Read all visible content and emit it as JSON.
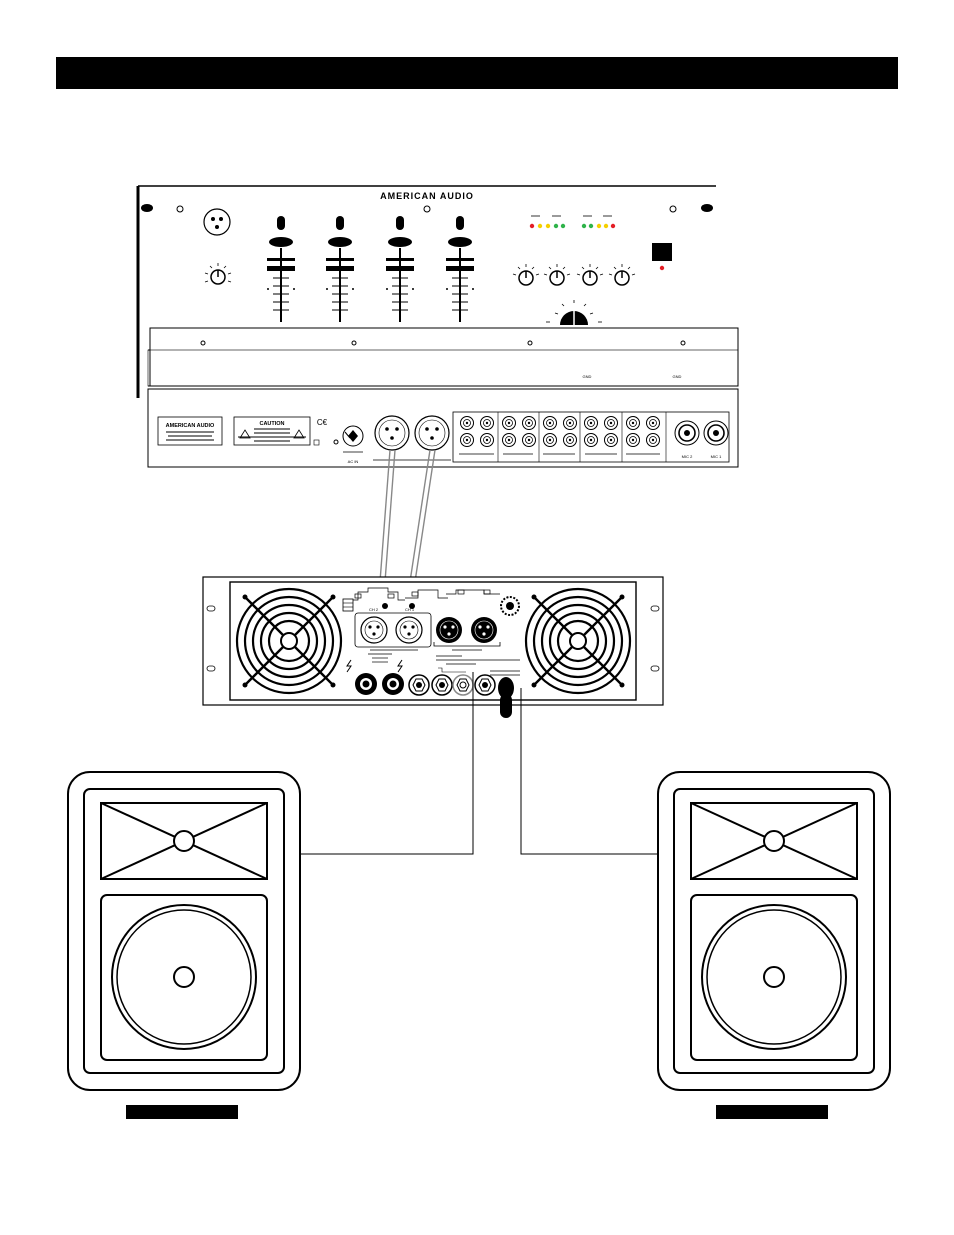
{
  "mixer": {
    "brand": "AMERICAN AUDIO",
    "faceplate": {
      "gnd_label_1": "GND",
      "gnd_label_2": "GND"
    },
    "rear": {
      "logo_text": "AMERICAN AUDIO",
      "caution_text": "CAUTION",
      "ce_mark": "C€",
      "ac_label": "AC IN",
      "mic_2_label": "MIC 2",
      "mic_1_label": "MIC 1"
    }
  },
  "amplifier": {
    "ch2_label": "CH 2",
    "ch1_label": "CH 1"
  },
  "colors": {
    "ink": "#000000",
    "paper": "#ffffff",
    "cable": "#888888",
    "led_red": "#e41e26",
    "led_yellow": "#f5d000",
    "led_green": "#2fb34a"
  }
}
